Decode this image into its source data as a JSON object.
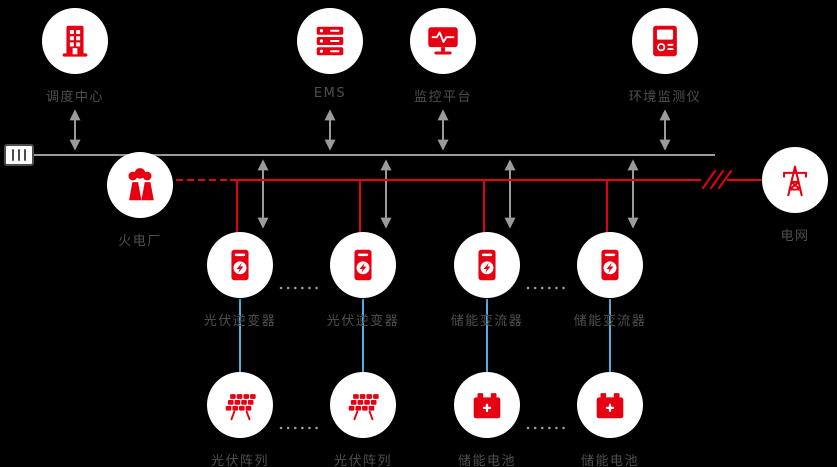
{
  "colors": {
    "brand_red": "#e60012",
    "line_gray": "#9b9b9b",
    "link_blue": "#54aee3",
    "label_text": "#4f4f4f",
    "node_background": "#ffffff",
    "canvas_background": "#000000"
  },
  "nodes": {
    "dispatch_center": {
      "label": "调度中心",
      "icon": "building-icon"
    },
    "ems": {
      "label": "EMS",
      "icon": "server-icon"
    },
    "monitoring_platform": {
      "label": "监控平台",
      "icon": "monitor-icon"
    },
    "env_monitor": {
      "label": "环境监测仪",
      "icon": "meter-icon"
    },
    "thermal_plant": {
      "label": "火电厂",
      "icon": "power-plant-icon"
    },
    "power_grid": {
      "label": "电网",
      "icon": "transmission-tower-icon"
    },
    "pv_inverter_1": {
      "label": "光伏逆变器",
      "icon": "inverter-icon"
    },
    "pv_inverter_2": {
      "label": "光伏逆变器",
      "icon": "inverter-icon"
    },
    "storage_pcs_1": {
      "label": "储能变流器",
      "icon": "inverter-icon"
    },
    "storage_pcs_2": {
      "label": "储能变流器",
      "icon": "inverter-icon"
    },
    "pv_array_1": {
      "label": "光伏阵列",
      "icon": "solar-panel-icon"
    },
    "pv_array_2": {
      "label": "光伏阵列",
      "icon": "solar-panel-icon"
    },
    "battery_1": {
      "label": "储能电池",
      "icon": "battery-icon"
    },
    "battery_2": {
      "label": "储能电池",
      "icon": "battery-icon"
    }
  }
}
